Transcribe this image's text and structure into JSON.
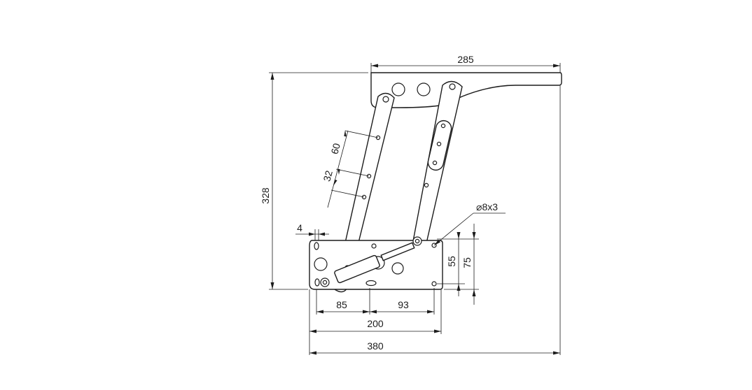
{
  "dimensions": {
    "top_width": "285",
    "total_height": "328",
    "spacing_upper": "60",
    "spacing_lower": "32",
    "hole_spec": "8x3",
    "base_offset": "4",
    "vertical_small": "55",
    "vertical_large": "75",
    "span_left": "85",
    "span_right": "93",
    "span_middle": "200",
    "span_total": "380"
  },
  "symbols": {
    "diameter": "⌀"
  }
}
